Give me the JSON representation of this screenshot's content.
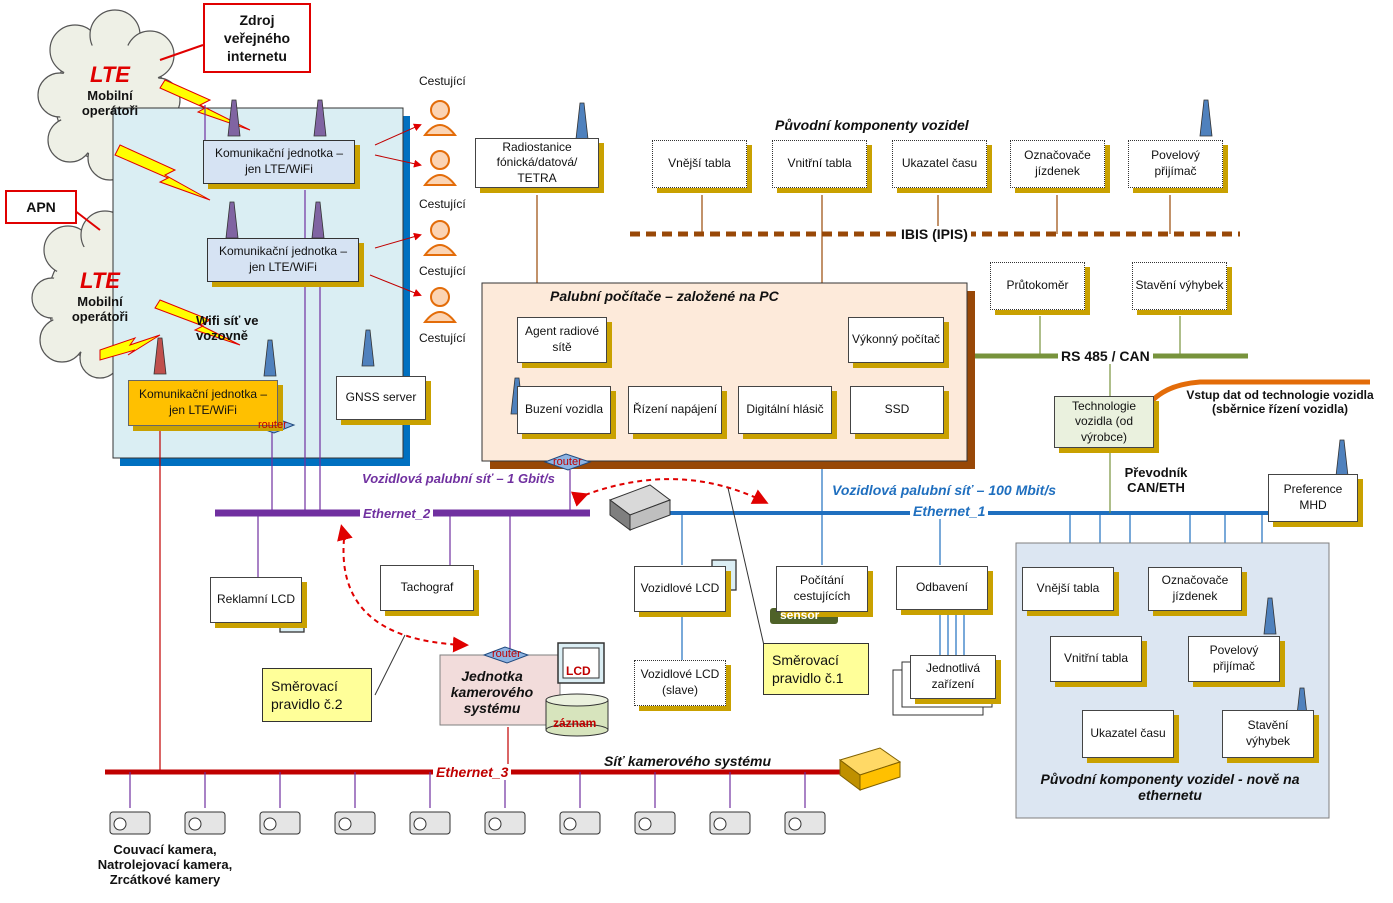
{
  "clouds": [
    {
      "lte": "LTE",
      "text": "Mobilní operátoři"
    },
    {
      "lte": "LTE",
      "text": "Mobilní operátoři"
    }
  ],
  "callouts": {
    "internet": "Zdroj veřejného internetu",
    "apn": "APN"
  },
  "vehicle_network": {
    "comm_unit_1": "Komunikační jednotka – jen LTE/WiFi",
    "comm_unit_2": "Komunikační jednotka – jen LTE/WiFi",
    "comm_unit_3": "Komunikační jednotka – jen LTE/WiFi",
    "wifi_label": "Wifi síť ve vozovně",
    "gnss": "GNSS server",
    "router": "router"
  },
  "passengers": [
    "Cestující",
    "Cestující",
    "Cestující",
    "Cestující"
  ],
  "radio": "Radiostanice fónická/datová/ TETRA",
  "original_components": {
    "title": "Původní komponenty vozidel",
    "items": [
      "Vnější tabla",
      "Vnitřní tabla",
      "Ukazatel času",
      "Označovače jízdenek",
      "Povelový přijímač"
    ],
    "bus": "IBIS (IPIS)"
  },
  "rs485": {
    "items": [
      "Průtokoměr",
      "Stavění výhybek"
    ],
    "bus": "RS 485 / CAN"
  },
  "onboard_pc": {
    "title": "Palubní počítače – založené na PC",
    "modules": [
      "Agent radiové sítě",
      "Výkonný počítač",
      "Buzení vozidla",
      "Řízení napájení",
      "Digitální hlásič",
      "SSD"
    ],
    "router": "router"
  },
  "technology": {
    "box": "Technologie vozidla (od výrobce)",
    "input": "Vstup dat od technologie vozidla (sběrnice řízení vozidla)",
    "converter": "Převodník CAN/ETH"
  },
  "preference": "Preference MHD",
  "networks": {
    "eth2_title": "Vozidlová palubní síť – 1 Gbit/s",
    "eth2": "Ethernet_2",
    "eth1_title": "Vozidlová palubní síť – 100 Mbit/s",
    "eth1": "Ethernet_1",
    "eth3": "Ethernet_3",
    "camera_net": "Síť kamerového systému"
  },
  "devices": {
    "reklamni": "Reklamní LCD",
    "tachograf": "Tachograf",
    "vozidlove_lcd": "Vozidlové LCD",
    "vozidlove_lcd_slave": "Vozidlové LCD (slave)",
    "pocitani": "Počítání cestujících",
    "sensor": "sensor",
    "odbaveni": "Odbavení",
    "jednotliva": "Jednotlivá zařízení"
  },
  "camera_unit": {
    "title": "Jednotka kamerového systému",
    "router": "router",
    "lcd": "LCD",
    "zaznam": "záznam"
  },
  "routing_rules": [
    "Směrovací pravidlo č.2",
    "Směrovací pravidlo č.1"
  ],
  "eth_components": {
    "items": [
      "Vnější tabla",
      "Označovače jízdenek",
      "Vnitřní tabla",
      "Povelový přijímač",
      "Ukazatel času",
      "Stavění výhybek"
    ],
    "title": "Původní komponenty vozidel - nově na ethernetu"
  },
  "cameras_caption": "Couvací kamera, Natrolejovací kamera, Zrcátkové kamery",
  "colors": {
    "eth1": "#1f6fbf",
    "eth2": "#7030a0",
    "eth3": "#c00000",
    "rs485": "#77933c",
    "ibis": "#984807",
    "accent": "#c9a100"
  }
}
